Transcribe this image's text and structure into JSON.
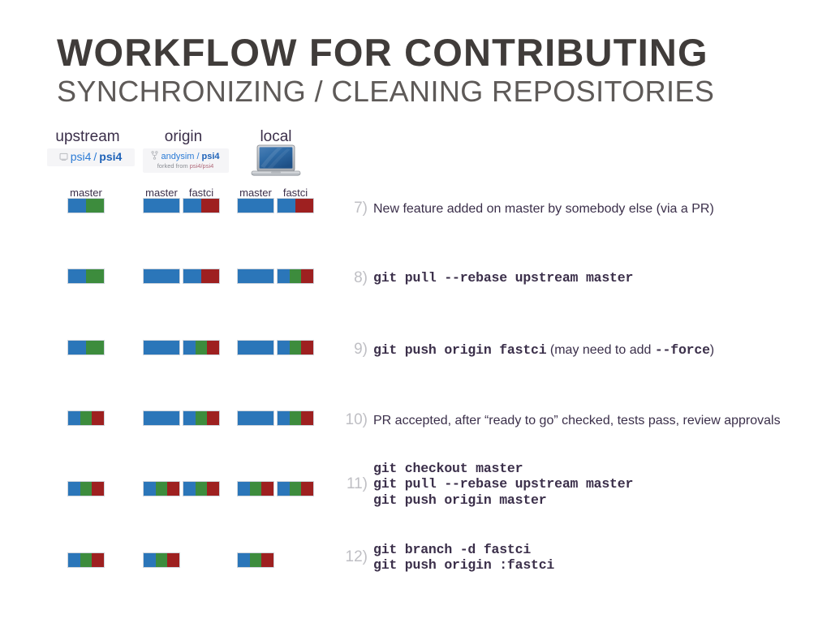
{
  "title": {
    "main": "WORKFLOW FOR CONTRIBUTING",
    "sub": "SYNCHRONIZING / CLEANING REPOSITORIES"
  },
  "colors": {
    "blue": "#2b76b9",
    "green": "#3d8c3d",
    "red": "#9e2020",
    "bar_border": "#cfd5dd",
    "step_number": "#bfbfc4",
    "text": "#3b2f4a",
    "title": "#403c3a",
    "subtitle": "#5e5a58",
    "badge_bg": "#f5f5f7",
    "badge_link": "#1e62b8"
  },
  "columns": [
    {
      "id": "upstream",
      "header": "upstream",
      "badge": {
        "icon": "repo-icon",
        "owner": "psi4",
        "separator": "/",
        "name": "psi4",
        "subtext": null
      },
      "branches": [
        "master"
      ]
    },
    {
      "id": "origin",
      "header": "origin",
      "badge": {
        "icon": "fork-icon",
        "owner": "andysim",
        "separator": "/",
        "name": "psi4",
        "subtext_prefix": "forked from ",
        "subtext_link": "psi4/psi4"
      },
      "branches": [
        "master",
        "fastci"
      ]
    },
    {
      "id": "local",
      "header": "local",
      "badge": {
        "icon": "laptop-icon"
      },
      "branches": [
        "master",
        "fastci"
      ]
    }
  ],
  "rows": [
    {
      "step": "7)",
      "type": "prose",
      "text": "New feature added on master by somebody else (via a PR)",
      "bars": {
        "upstream_master": [
          "blue",
          "green"
        ],
        "origin_master": [
          "blue"
        ],
        "origin_fastci": [
          "blue",
          "red"
        ],
        "local_master": [
          "blue"
        ],
        "local_fastci": [
          "blue",
          "red"
        ]
      }
    },
    {
      "step": "8)",
      "type": "command",
      "lines": [
        "git pull --rebase upstream master"
      ],
      "bars": {
        "upstream_master": [
          "blue",
          "green"
        ],
        "origin_master": [
          "blue"
        ],
        "origin_fastci": [
          "blue",
          "red"
        ],
        "local_master": [
          "blue"
        ],
        "local_fastci": [
          "blue",
          "green",
          "red"
        ]
      }
    },
    {
      "step": "9)",
      "type": "command-note",
      "command": "git push origin fastci",
      "note_before": "  (may need to add ",
      "note_mono": "--force",
      "note_after": ")",
      "bars": {
        "upstream_master": [
          "blue",
          "green"
        ],
        "origin_master": [
          "blue"
        ],
        "origin_fastci": [
          "blue",
          "green",
          "red"
        ],
        "local_master": [
          "blue"
        ],
        "local_fastci": [
          "blue",
          "green",
          "red"
        ]
      }
    },
    {
      "step": "10)",
      "type": "prose",
      "text": "PR accepted, after “ready to go” checked, tests pass, review approvals",
      "bars": {
        "upstream_master": [
          "blue",
          "green",
          "red"
        ],
        "origin_master": [
          "blue"
        ],
        "origin_fastci": [
          "blue",
          "green",
          "red"
        ],
        "local_master": [
          "blue"
        ],
        "local_fastci": [
          "blue",
          "green",
          "red"
        ]
      }
    },
    {
      "step": "11)",
      "type": "command",
      "lines": [
        "git checkout master",
        "git pull --rebase upstream master",
        "git push origin master"
      ],
      "bars": {
        "upstream_master": [
          "blue",
          "green",
          "red"
        ],
        "origin_master": [
          "blue",
          "green",
          "red"
        ],
        "origin_fastci": [
          "blue",
          "green",
          "red"
        ],
        "local_master": [
          "blue",
          "green",
          "red"
        ],
        "local_fastci": [
          "blue",
          "green",
          "red"
        ]
      }
    },
    {
      "step": "12)",
      "type": "command",
      "lines": [
        "git branch -d fastci",
        "git push origin :fastci"
      ],
      "bars": {
        "upstream_master": [
          "blue",
          "green",
          "red"
        ],
        "origin_master": [
          "blue",
          "green",
          "red"
        ],
        "origin_fastci": null,
        "local_master": [
          "blue",
          "green",
          "red"
        ],
        "local_fastci": null
      }
    }
  ]
}
